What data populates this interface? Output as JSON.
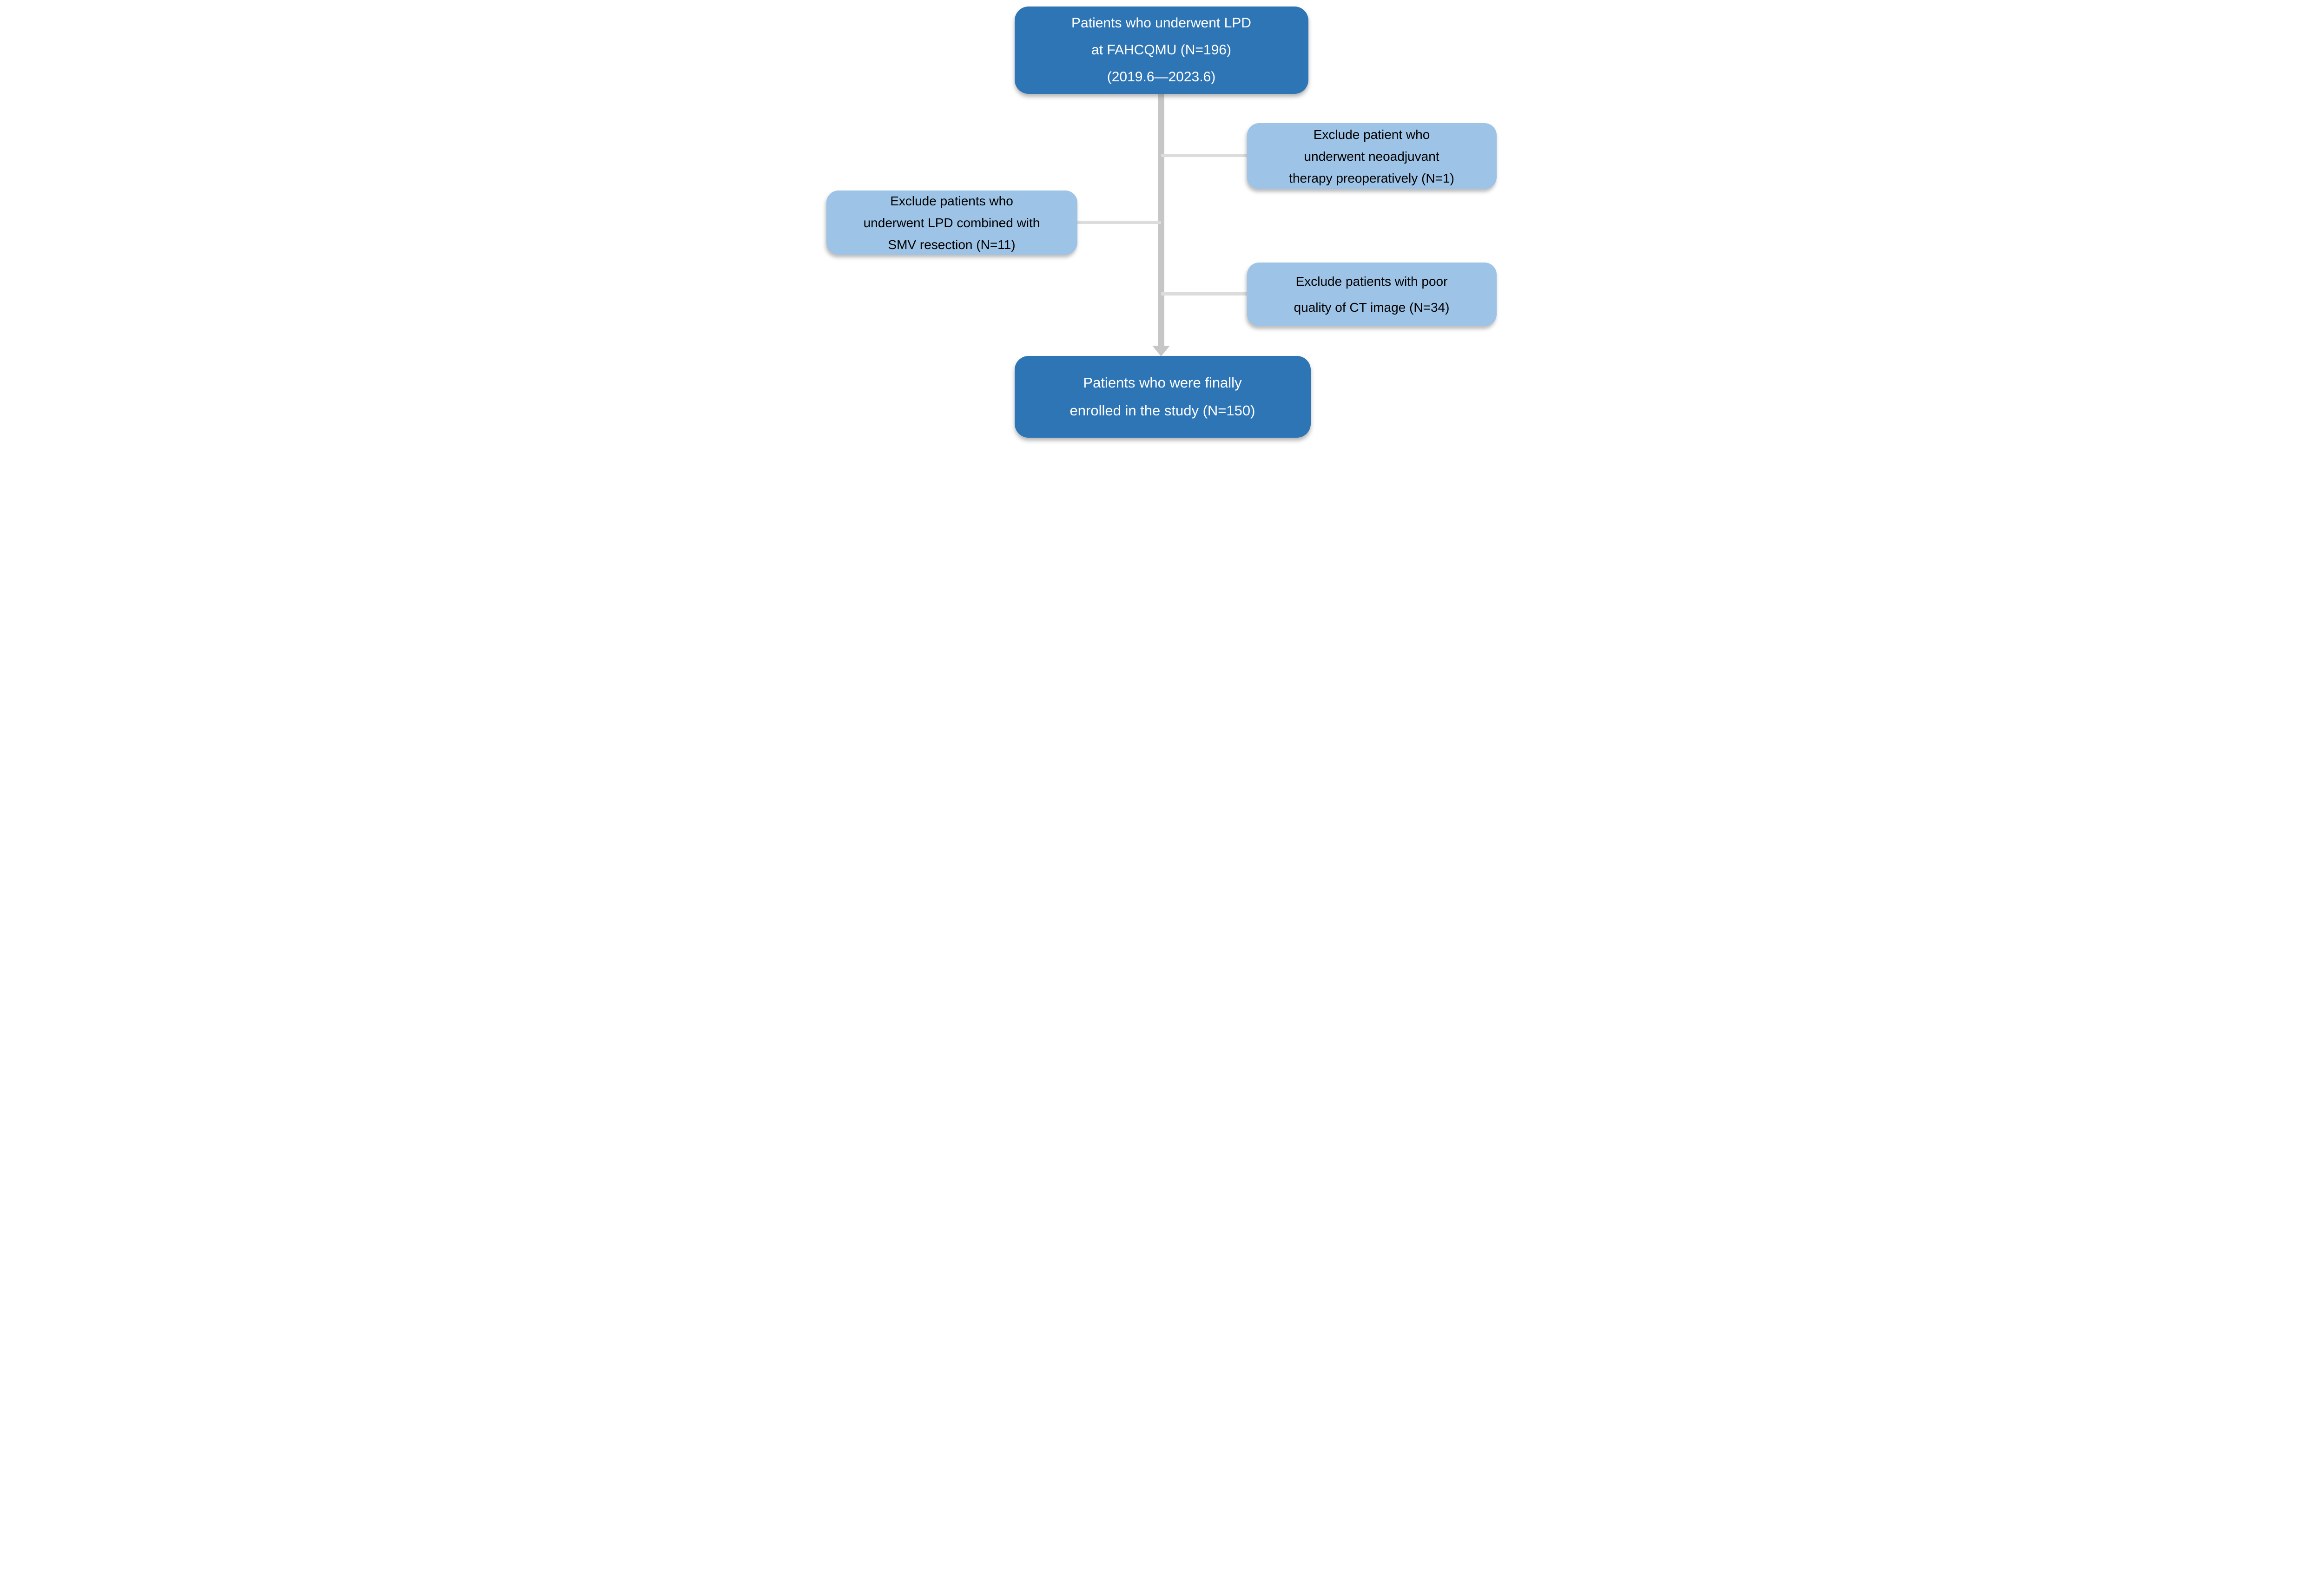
{
  "figure_type": "patient-enrollment-flow-diagram",
  "boxes": {
    "initial": {
      "lines": [
        "Patients who underwent LPD",
        "at FAHCQMU (N=196)",
        "(2019.6—2023.6)"
      ]
    },
    "exclusion_neoadjuvant": {
      "lines": [
        "Exclude patient who",
        "underwent neoadjuvant",
        "therapy preoperatively (N=1)"
      ]
    },
    "exclusion_smv": {
      "lines": [
        "Exclude patients who",
        "underwent LPD combined with",
        "SMV resection (N=11)"
      ]
    },
    "exclusion_ct": {
      "lines": [
        "Exclude patients with poor",
        "quality of CT image (N=34)"
      ]
    },
    "final": {
      "lines": [
        "Patients who were finally",
        "enrolled in the study (N=150)"
      ]
    }
  },
  "colors": {
    "primary_box": "#2E75B6",
    "secondary_box": "#9DC3E6",
    "primary_text": "#FFFFFF",
    "secondary_text": "#000000",
    "connector_trunk": "#C6C6C6",
    "connector_branch": "#DCDCDC",
    "background": "#FFFFFF"
  }
}
